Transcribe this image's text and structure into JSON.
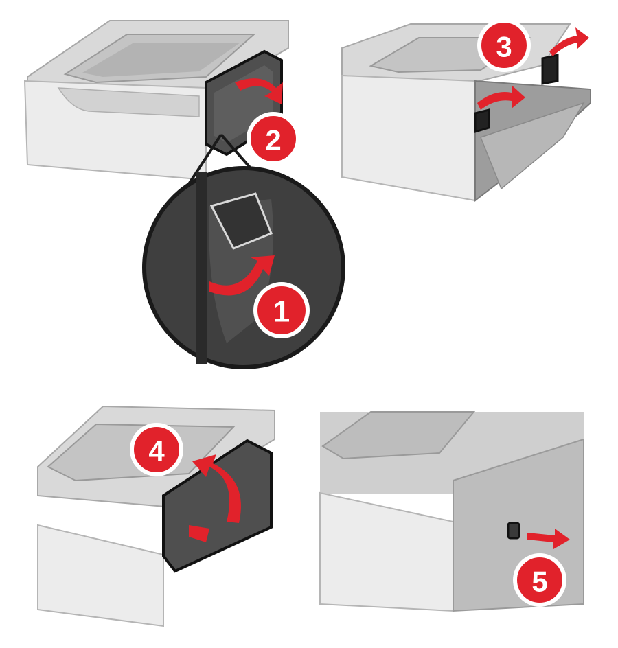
{
  "steps": [
    {
      "number": "1"
    },
    {
      "number": "2"
    },
    {
      "number": "3"
    },
    {
      "number": "4"
    },
    {
      "number": "5"
    }
  ],
  "colors": {
    "step_badge": "#e1222b",
    "arrow": "#e1222b",
    "tray_body": "#e8e8e8",
    "tray_frame": "#b9b9b9",
    "cover_dark": "#505050",
    "outline": "#1a1a1a"
  }
}
